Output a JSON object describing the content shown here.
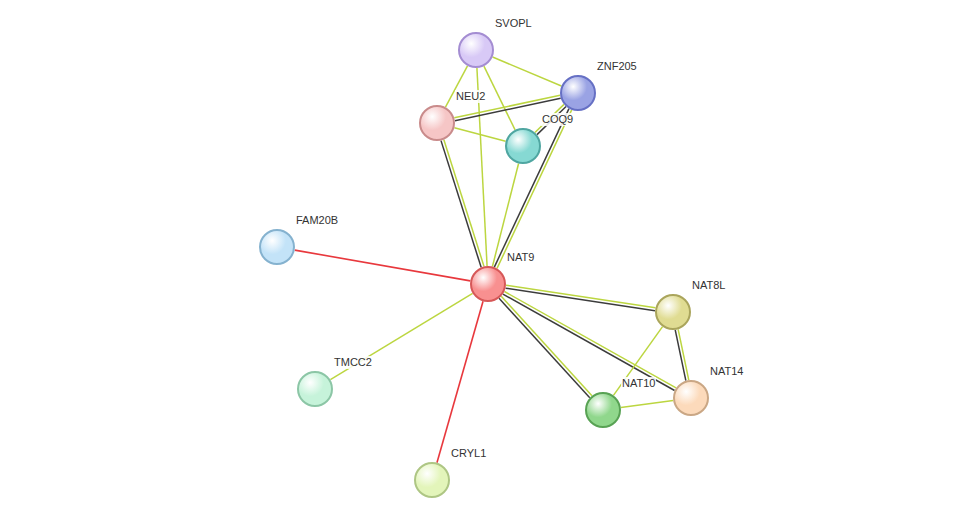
{
  "diagram": {
    "nodes": [
      {
        "text": [
          "SVOPL"
        ]
      },
      {
        "text": [
          "ZNF205"
        ]
      },
      {
        "text": [
          "NEU2"
        ]
      },
      {
        "text": [
          "COQ9"
        ]
      },
      {
        "text": [
          "FAM20B"
        ]
      },
      {
        "text": [
          "NAT9"
        ]
      },
      {
        "text": [
          "NAT8L"
        ]
      },
      {
        "text": [
          "TMCC2"
        ]
      },
      {
        "text": [
          "NAT10"
        ]
      },
      {
        "text": [
          "NAT14"
        ]
      },
      {
        "text": [
          "CRYL1"
        ]
      }
    ],
    "edges": [
      {
        "from": 0,
        "to": 1,
        "arrow": "none"
      },
      {
        "from": 0,
        "to": 2,
        "arrow": "none"
      },
      {
        "from": 0,
        "to": 3,
        "arrow": "none"
      },
      {
        "from": 0,
        "to": 5,
        "arrow": "none"
      },
      {
        "from": 2,
        "to": 1,
        "arrow": "none"
      },
      {
        "from": 2,
        "to": 3,
        "arrow": "none"
      },
      {
        "from": 2,
        "to": 5,
        "arrow": "none"
      },
      {
        "from": 3,
        "to": 1,
        "arrow": "none"
      },
      {
        "from": 3,
        "to": 5,
        "arrow": "none"
      },
      {
        "from": 1,
        "to": 5,
        "arrow": "none"
      },
      {
        "from": 4,
        "to": 5,
        "arrow": "none"
      },
      {
        "from": 7,
        "to": 5,
        "arrow": "none"
      },
      {
        "from": 10,
        "to": 5,
        "arrow": "none"
      },
      {
        "from": 5,
        "to": 6,
        "arrow": "none"
      },
      {
        "from": 5,
        "to": 8,
        "arrow": "none"
      },
      {
        "from": 5,
        "to": 9,
        "arrow": "none"
      },
      {
        "from": 6,
        "to": 8,
        "arrow": "none"
      },
      {
        "from": 6,
        "to": 9,
        "arrow": "none"
      },
      {
        "from": 8,
        "to": 9,
        "arrow": "none"
      }
    ]
  }
}
